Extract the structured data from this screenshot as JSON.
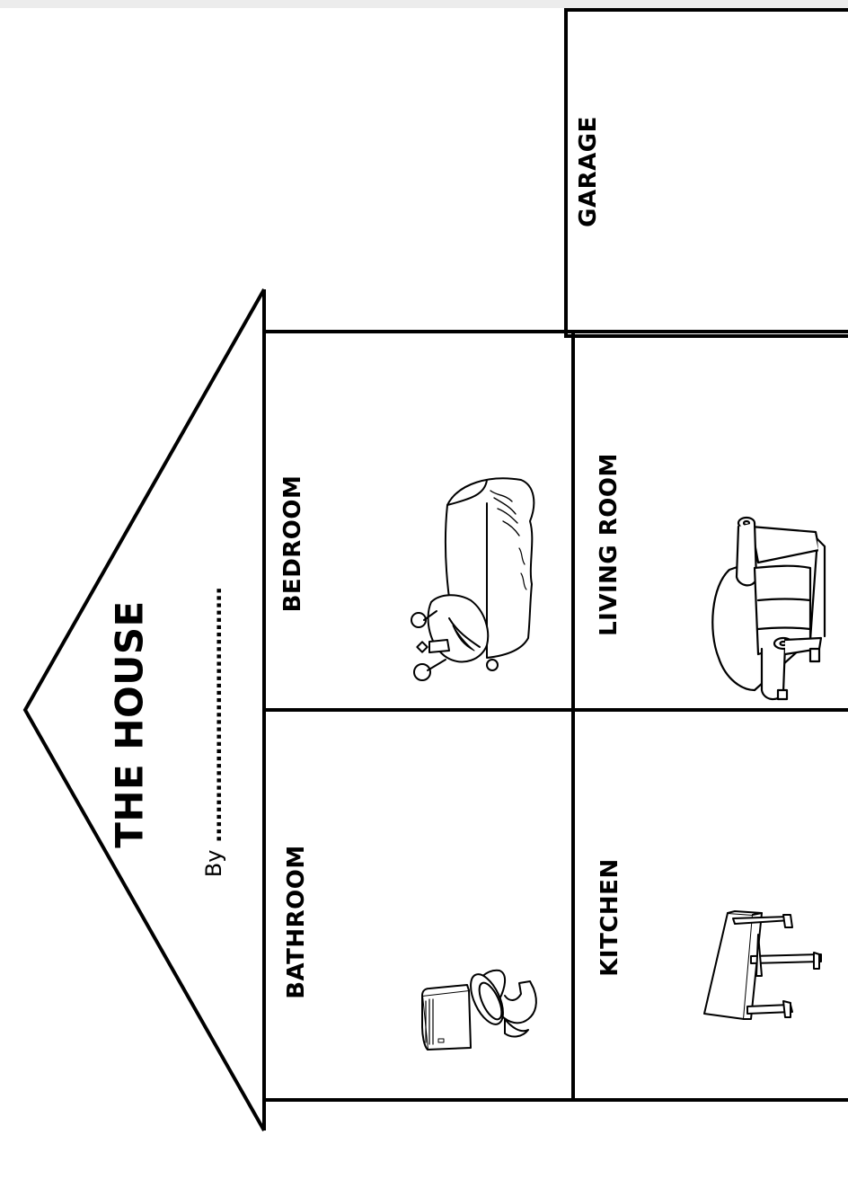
{
  "worksheet": {
    "title": "THE HOUSE",
    "byline_prefix": "By",
    "byline_blank": "...................................",
    "rooms": {
      "garage": "GARAGE",
      "bedroom": "BEDROOM",
      "living_room": "LIVING ROOM",
      "bathroom": "BATHROOM",
      "kitchen": "KITCHEN"
    },
    "pictures": {
      "bedroom": "bed-icon",
      "living_room": "sofa-icon",
      "bathroom": "toilet-icon",
      "kitchen": "table-icon"
    },
    "colors": {
      "ink": "#000000",
      "paper": "#ffffff",
      "top_bar": "#ececec"
    }
  }
}
